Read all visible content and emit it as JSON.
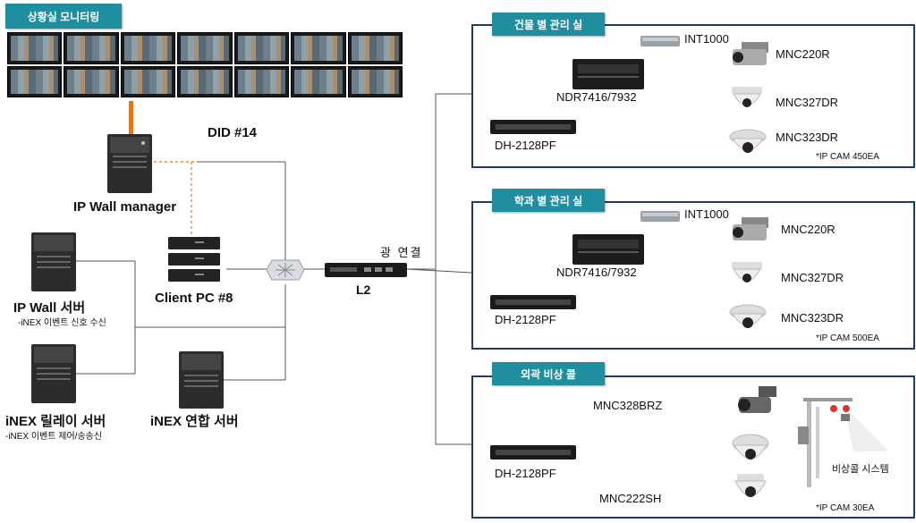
{
  "header": {
    "monitoring_title": "상황실 모니터링"
  },
  "left": {
    "did_label": "DID #14",
    "ipwall_manager": "IP Wall manager",
    "client_pc": "Client PC #8",
    "ipwall_server": "IP Wall 서버",
    "ipwall_server_sub": "-iNEX 이벤트 신호 수신",
    "relay_server": "iNEX 릴레이 서버",
    "relay_server_sub": "-iNEX 이벤트 제어/송송신",
    "union_server": "iNEX 연합 서버",
    "l2_label": "L2",
    "fiber_label": "광 연결"
  },
  "panels": [
    {
      "title": "건물 별 관리 실",
      "int": "INT1000",
      "ndr": "NDR7416/7932",
      "dh": "DH-2128PF",
      "cam1": "MNC220R",
      "cam2": "MNC327DR",
      "cam3": "MNC323DR",
      "count": "*IP CAM  450EA"
    },
    {
      "title": "학과 별 관리 실",
      "int": "INT1000",
      "ndr": "NDR7416/7932",
      "dh": "DH-2128PF",
      "cam1": "MNC220R",
      "cam2": "MNC327DR",
      "cam3": "MNC323DR",
      "count": "*IP CAM  500EA"
    },
    {
      "title": "외곽 비상 콜",
      "dh": "DH-2128PF",
      "cam1": "MNC328BRZ",
      "cam3": "MNC222SH",
      "emergency": "비상콜 시스템",
      "count": "*IP CAM  30EA"
    }
  ],
  "colors": {
    "accent": "#1f8fa0",
    "panel_border": "#1d3c6a",
    "orange": "#e8741e"
  }
}
